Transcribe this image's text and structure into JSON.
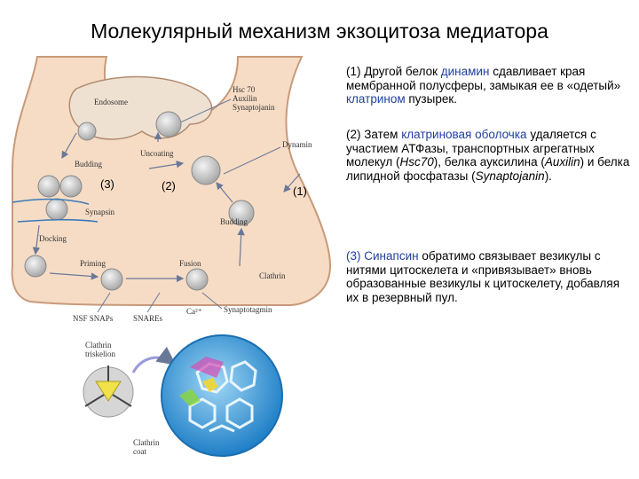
{
  "title": "Молекулярный механизм экзоцитоза медиатора",
  "para1": {
    "p1": "(1) Другой белок ",
    "b1": "динамин",
    "p2": " сдавливает края мембранной полусферы, замыкая ее в «одетый» ",
    "b2": "клатрином",
    "p3": " пузырек."
  },
  "para2": {
    "p1": "(2) Затем ",
    "b1": "клатриновая оболочка",
    "p2": " удаляется с участием АТФазы, транспортных агрегатных молекул (",
    "i1": "Hsc70",
    "p3": "), белка ауксилина (",
    "i2": "Auxilin",
    "p4": ") и белка липидной фосфатазы (",
    "i3": "Synaptojanin",
    "p5": ")."
  },
  "para3": {
    "b1": "(3) Синапсин",
    "p1": " обратимо связывает везикулы с нитями цитоскелета и «привязывает» вновь образованные везикулы к цитоскелету, добавляя их в резервный пул."
  },
  "diagram": {
    "endosome": "Endosome",
    "hsc70": "Hsc 70",
    "auxilin": "Auxilin",
    "synaptojanin": "Synaptojanin",
    "dynamin": "Dynamin",
    "budding_left": "Budding",
    "uncoating": "Uncoating",
    "budding_right": "Budding",
    "synapsin": "Synapsin",
    "docking": "Docking",
    "priming": "Priming",
    "fusion": "Fusion",
    "clathrin": "Clathrin",
    "nsf_snaps": "NSF SNAPs",
    "snares": "SNAREs",
    "ca": "Ca²⁺",
    "synaptotagmin": "Synaptotagmin",
    "num3": "(3)",
    "num2": "(2)",
    "num1": "(1)",
    "clathrin_triskelion": "Clathrin",
    "triskelion": "triskelion",
    "clathrin_coat": "Clathrin",
    "coat": "coat"
  },
  "colors": {
    "terminal_fill": "#f6dcc5",
    "terminal_stroke": "#c89a7a",
    "vesicle": "#c8c8c8",
    "cage": "#3a9ad8",
    "highlight": "#1f3f9e"
  }
}
